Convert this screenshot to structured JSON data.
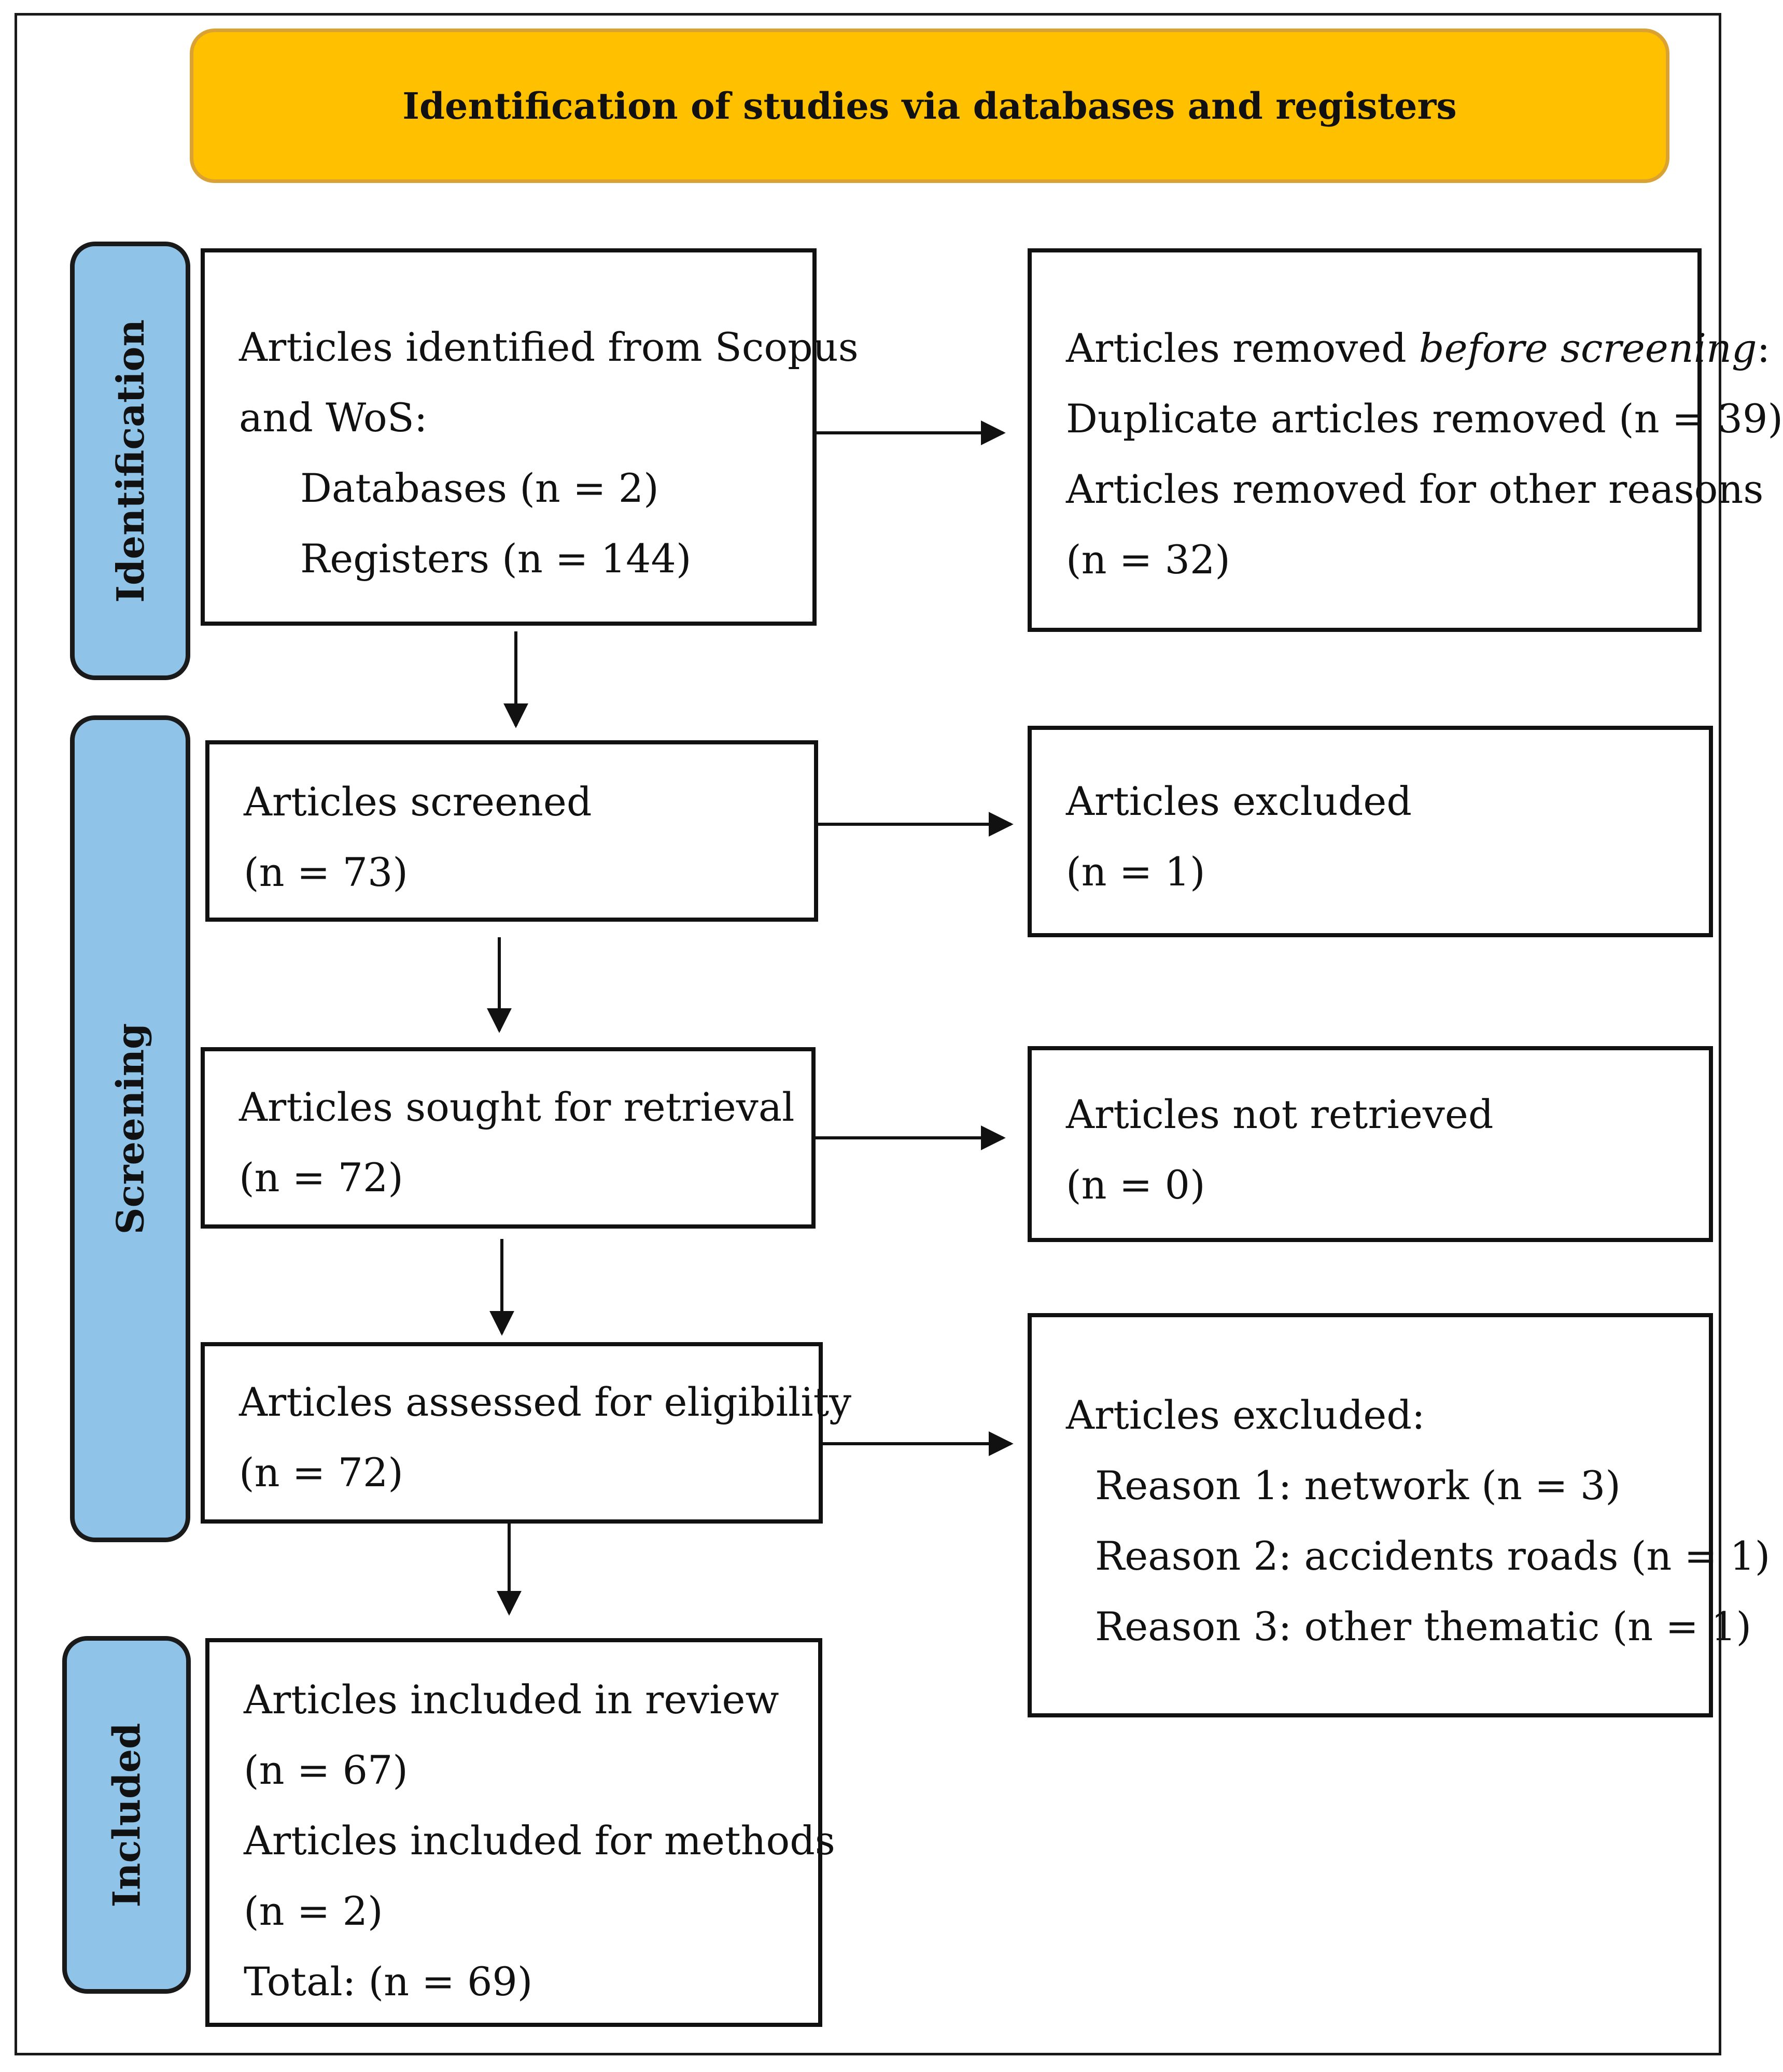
{
  "header": {
    "title": "Identification of studies via databases and registers"
  },
  "phases": {
    "identification": "Identification",
    "screening": "Screening",
    "included": "Included"
  },
  "boxes": {
    "identified": {
      "line1": "Articles identified from Scopus",
      "line2": "and WoS:",
      "databases": "Databases (n = 2)",
      "registers": "Registers (n = 144)"
    },
    "removed_before_screening": {
      "line1_prefix": "Articles removed ",
      "line1_italic": "before screening",
      "line1_suffix": ":",
      "duplicates": "Duplicate articles removed (n = 39)",
      "other_reasons": "Articles removed for other reasons",
      "other_count": "(n = 32)"
    },
    "screened": {
      "label": "Articles screened",
      "count": "(n = 73)"
    },
    "excluded_screening": {
      "label": "Articles excluded",
      "count": "(n = 1)"
    },
    "sought_retrieval": {
      "label": "Articles sought for retrieval",
      "count": "(n = 72)"
    },
    "not_retrieved": {
      "label": "Articles not retrieved",
      "count": "(n = 0)"
    },
    "assessed_eligibility": {
      "label": "Articles assessed for eligibility",
      "count": "(n = 72)"
    },
    "excluded_eligibility": {
      "label": "Articles excluded:",
      "reason1": "Reason 1: network (n = 3)",
      "reason2": "Reason 2: accidents roads (n = 1)",
      "reason3": "Reason 3: other thematic (n = 1)"
    },
    "included": {
      "review_label": "Articles included in review",
      "review_count": "(n = 67)",
      "methods_label": "Articles included for methods",
      "methods_count": "(n = 2)",
      "total": "Total: (n = 69)"
    }
  },
  "colors": {
    "header_fill": "#ffc000",
    "header_border": "#d9a232",
    "phase_fill": "#8fc3e8",
    "stroke": "#111111"
  }
}
